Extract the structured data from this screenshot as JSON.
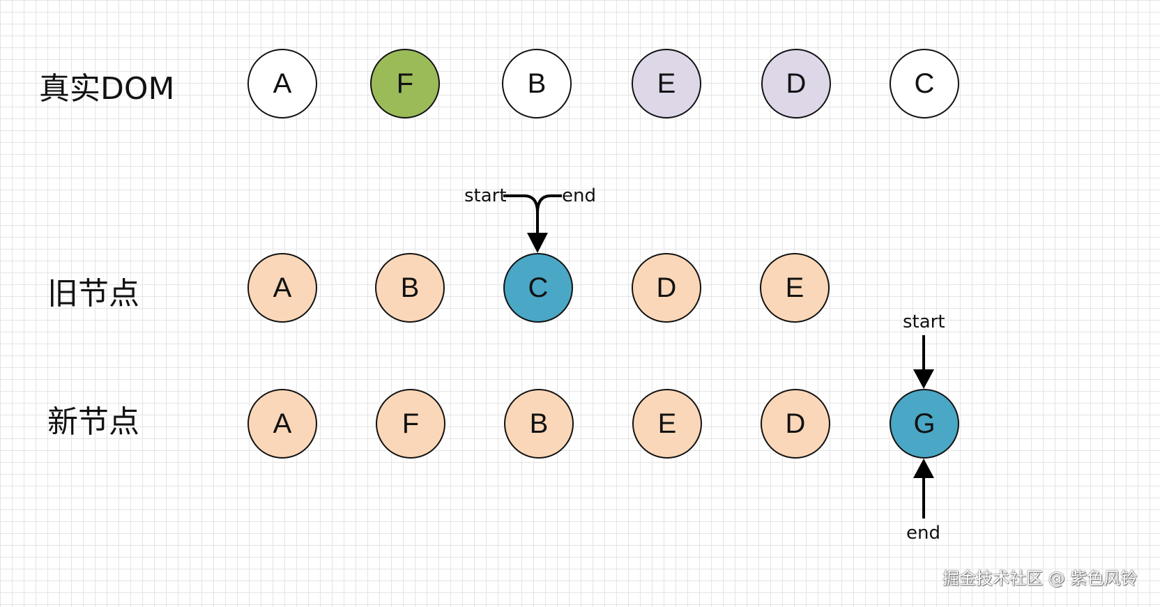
{
  "rows": {
    "real_dom": {
      "label": "真实DOM",
      "nodes": [
        {
          "text": "A",
          "color": "#ffffff"
        },
        {
          "text": "F",
          "color": "#9bbb59"
        },
        {
          "text": "B",
          "color": "#ffffff"
        },
        {
          "text": "E",
          "color": "#ddd7e8"
        },
        {
          "text": "D",
          "color": "#ddd7e8"
        },
        {
          "text": "C",
          "color": "#ffffff"
        }
      ]
    },
    "old_nodes": {
      "label": "旧节点",
      "nodes": [
        {
          "text": "A",
          "color": "#fad7b8"
        },
        {
          "text": "B",
          "color": "#fad7b8"
        },
        {
          "text": "C",
          "color": "#4aa7c5"
        },
        {
          "text": "D",
          "color": "#fad7b8"
        },
        {
          "text": "E",
          "color": "#fad7b8"
        }
      ]
    },
    "new_nodes": {
      "label": "新节点",
      "nodes": [
        {
          "text": "A",
          "color": "#fad7b8"
        },
        {
          "text": "F",
          "color": "#fad7b8"
        },
        {
          "text": "B",
          "color": "#fad7b8"
        },
        {
          "text": "E",
          "color": "#fad7b8"
        },
        {
          "text": "D",
          "color": "#fad7b8"
        },
        {
          "text": "G",
          "color": "#4aa7c5"
        }
      ]
    }
  },
  "pointers": {
    "old": {
      "start_label": "start",
      "end_label": "end"
    },
    "new": {
      "start_label": "start",
      "end_label": "end"
    }
  },
  "watermark": "掘金技术社区 @ 紫色风铃"
}
